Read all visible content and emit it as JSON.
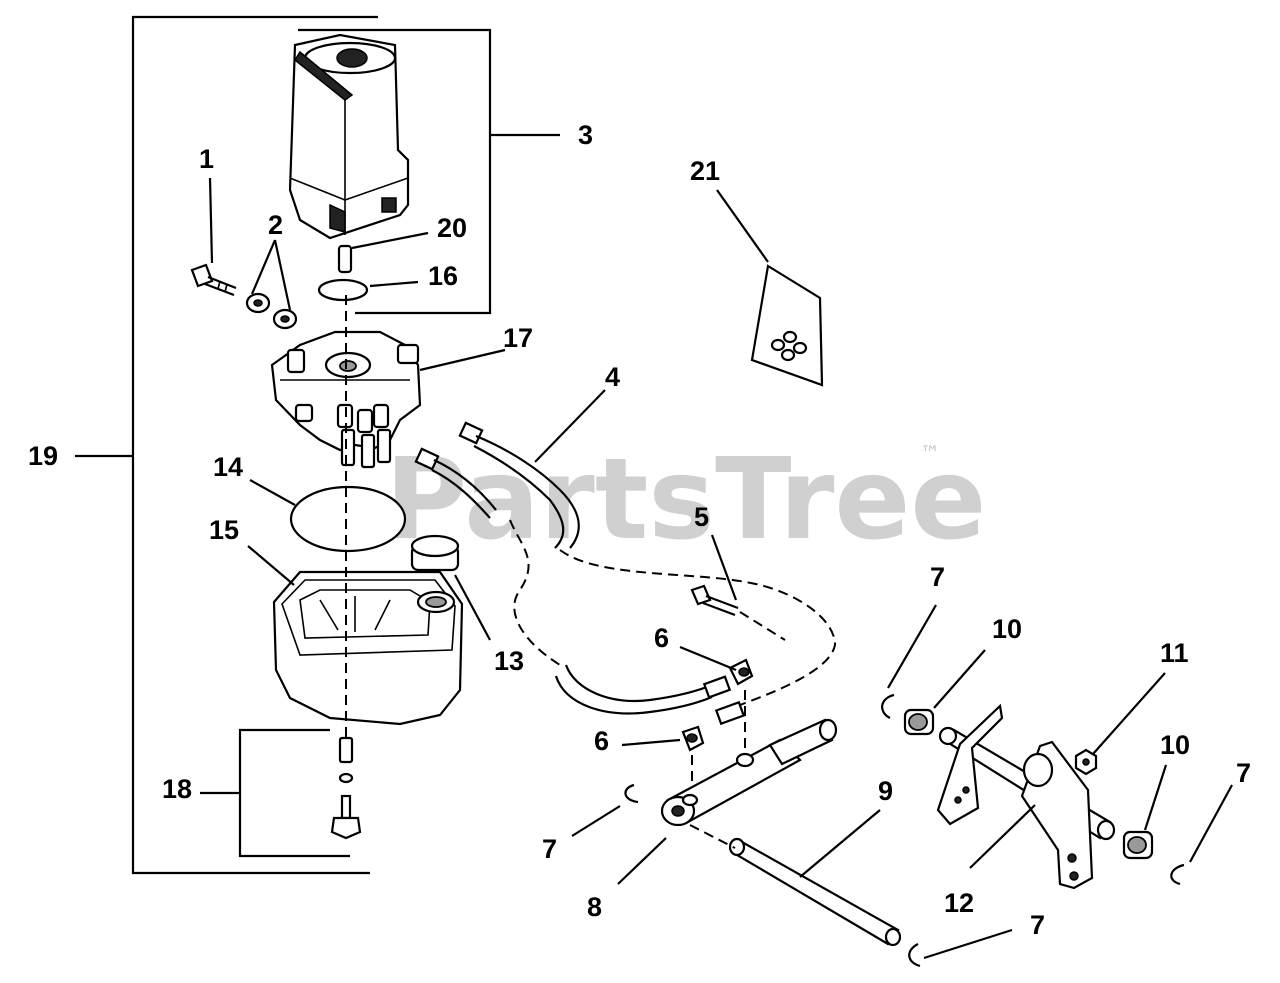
{
  "watermark": {
    "brand": "PartsTree",
    "trademark": "™"
  },
  "callouts": {
    "c1": "1",
    "c2": "2",
    "c3": "3",
    "c4": "4",
    "c5": "5",
    "c6a": "6",
    "c6b": "6",
    "c7a": "7",
    "c7b": "7",
    "c7c": "7",
    "c7d": "7",
    "c8": "8",
    "c9": "9",
    "c10a": "10",
    "c10b": "10",
    "c11": "11",
    "c12": "12",
    "c13": "13",
    "c14": "14",
    "c15": "15",
    "c16": "16",
    "c17": "17",
    "c18": "18",
    "c19": "19",
    "c20": "20",
    "c21": "21"
  }
}
